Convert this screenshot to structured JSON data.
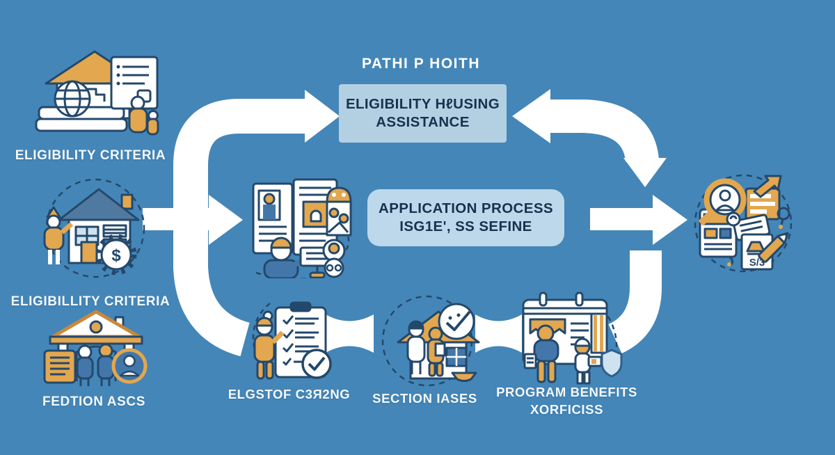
{
  "title": "PATHI P HOITH",
  "boxes": {
    "top": {
      "line1": "ELIGIBILITY HℓUSING",
      "line2": "ASSISTANCE"
    },
    "middle": {
      "line1": "APPLICATION PROCESS",
      "line2": "ISG1E', SS SEFINE"
    }
  },
  "labels": {
    "eligibility_top": "ELIGIBILITY CRITERIA",
    "eligibility_middle": "ELIGIBILLITY CRITERIA",
    "federal_assistance": "FEDTION ASCS",
    "checklist": "ELGSTOF C3Я2NG",
    "section": "SECTION IASES",
    "benefits_line1": "PROGRAM BENEFITS",
    "benefits_line2": "XORFICISS"
  },
  "misc": {
    "card_text": "S/3",
    "dollar_sign": "$"
  },
  "icons": [
    "housing-resources-icon",
    "house-dollar-icon",
    "bank-people-icon",
    "application-presenter-icon",
    "checklist-person-icon",
    "house-approved-icon",
    "calendar-people-icon",
    "search-documents-icon"
  ],
  "colors": {
    "background": "#4486b8",
    "panel_top": "#b3d0e3",
    "panel_middle": "#bdd8ea",
    "panel_text": "#17314f",
    "accent_tan": "#e2a74f",
    "outline_navy": "#24486b",
    "label_text": "#f4f9fd",
    "arrow": "#ffffff"
  }
}
